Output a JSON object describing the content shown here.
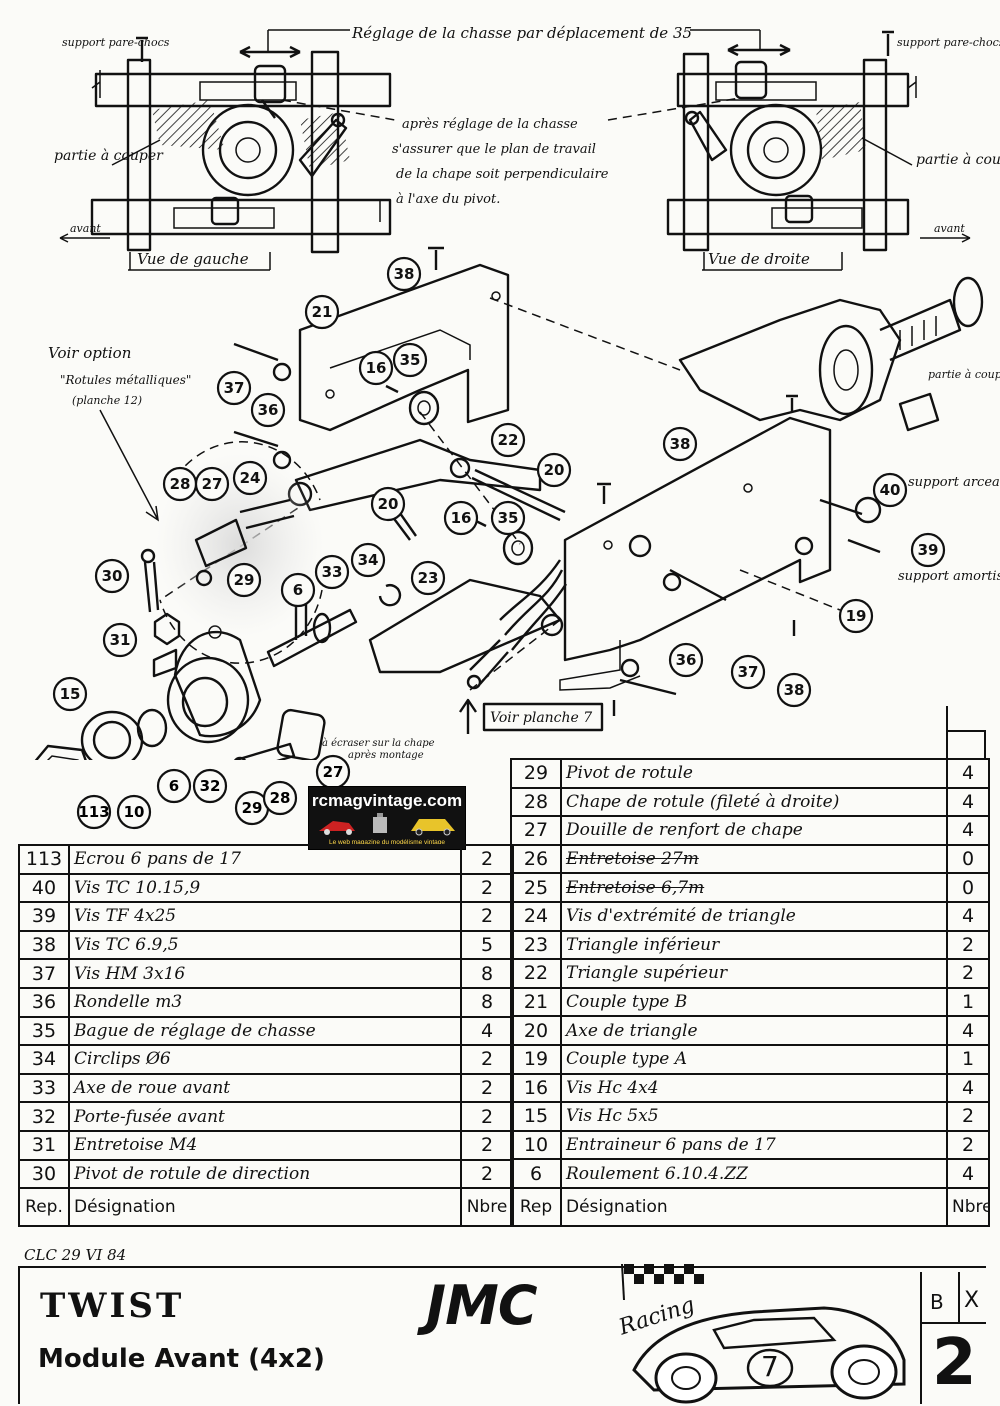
{
  "header_note": "Réglage de la chasse par déplacement de 35",
  "left_view": {
    "support_label": "support pare-chocs",
    "partie_label": "partie à couper",
    "avant_label": "avant",
    "caption": "Vue de gauche"
  },
  "right_view": {
    "support_label": "support pare-chocs",
    "partie_label": "partie à couper",
    "avant_label": "avant",
    "caption": "Vue de droite"
  },
  "center_note": [
    "après réglage de la chasse",
    "s'assurer que le plan de travail",
    "de la chape soit perpendiculaire",
    "à l'axe du pivot."
  ],
  "option_note": {
    "title": "Voir option",
    "subtitle": "\"Rotules métalliques\"",
    "planche": "(planche 12)"
  },
  "partie_a_couper_small": "partie à couper",
  "support_arceau": "support arceau",
  "support_amortisseur": "support amortisseur",
  "voir_planche": "Voir planche 7",
  "ecraser_note": [
    "à écraser sur la chape",
    "après montage"
  ],
  "callouts": [
    "38",
    "21",
    "16",
    "35",
    "37",
    "36",
    "22",
    "20",
    "28",
    "27",
    "24",
    "30",
    "29",
    "31",
    "33",
    "34",
    "6",
    "23",
    "15",
    "32",
    "113",
    "10",
    "6",
    "29",
    "28",
    "27",
    "38",
    "20",
    "16",
    "35",
    "40",
    "39",
    "19",
    "36",
    "37",
    "38"
  ],
  "logo_watermark": {
    "name": "rcmagvintage.com",
    "tagline": "Le web magazine du modélisme vintage"
  },
  "parts_left": [
    {
      "rep": "113",
      "designation": "Ecrou 6 pans de 17",
      "qty": "2"
    },
    {
      "rep": "40",
      "designation": "Vis TC 10.15,9",
      "qty": "2"
    },
    {
      "rep": "39",
      "designation": "Vis TF 4x25",
      "qty": "2"
    },
    {
      "rep": "38",
      "designation": "Vis TC 6.9,5",
      "qty": "5"
    },
    {
      "rep": "37",
      "designation": "Vis HM 3x16",
      "qty": "8"
    },
    {
      "rep": "36",
      "designation": "Rondelle m3",
      "qty": "8"
    },
    {
      "rep": "35",
      "designation": "Bague de réglage de chasse",
      "qty": "4"
    },
    {
      "rep": "34",
      "designation": "Circlips Ø6",
      "qty": "2"
    },
    {
      "rep": "33",
      "designation": "Axe de roue avant",
      "qty": "2"
    },
    {
      "rep": "32",
      "designation": "Porte-fusée avant",
      "qty": "2"
    },
    {
      "rep": "31",
      "designation": "Entretoise M4",
      "qty": "2"
    },
    {
      "rep": "30",
      "designation": "Pivot de rotule de direction",
      "qty": "2"
    }
  ],
  "parts_right": [
    {
      "rep": "29",
      "designation": "Pivot de rotule",
      "qty": "4"
    },
    {
      "rep": "28",
      "designation": "Chape de rotule (fileté à droite)",
      "qty": "4"
    },
    {
      "rep": "27",
      "designation": "Douille de renfort de chape",
      "qty": "4"
    },
    {
      "rep": "26",
      "designation": "Entretoise 27m",
      "qty": "0",
      "struck": true
    },
    {
      "rep": "25",
      "designation": "Entretoise 6,7m",
      "qty": "0",
      "struck": true
    },
    {
      "rep": "24",
      "designation": "Vis d'extrémité de triangle",
      "qty": "4"
    },
    {
      "rep": "23",
      "designation": "Triangle inférieur",
      "qty": "2"
    },
    {
      "rep": "22",
      "designation": "Triangle supérieur",
      "qty": "2"
    },
    {
      "rep": "21",
      "designation": "Couple type B",
      "qty": "1"
    },
    {
      "rep": "20",
      "designation": "Axe de triangle",
      "qty": "4"
    },
    {
      "rep": "19",
      "designation": "Couple type A",
      "qty": "1"
    },
    {
      "rep": "16",
      "designation": "Vis Hc 4x4",
      "qty": "4"
    },
    {
      "rep": "15",
      "designation": "Vis Hc 5x5",
      "qty": "2"
    },
    {
      "rep": "10",
      "designation": "Entraineur 6 pans de 17",
      "qty": "2"
    },
    {
      "rep": "6",
      "designation": "Roulement 6.10.4.ZZ",
      "qty": "4"
    }
  ],
  "table_headers": {
    "rep": "Rep.",
    "designation": "Désignation",
    "nbre": "Nbre",
    "rep2": "Rep",
    "designation2": "Désignation",
    "nbre2": "Nbre"
  },
  "title_block": {
    "date": "CLC 29 VI 84",
    "product": "TWIST",
    "module": "Module Avant (4x2)",
    "brand": "JMC",
    "brand_sub": "Racing",
    "car_number": "7",
    "rev_b": "B",
    "rev_x": "X",
    "sheet": "2"
  }
}
